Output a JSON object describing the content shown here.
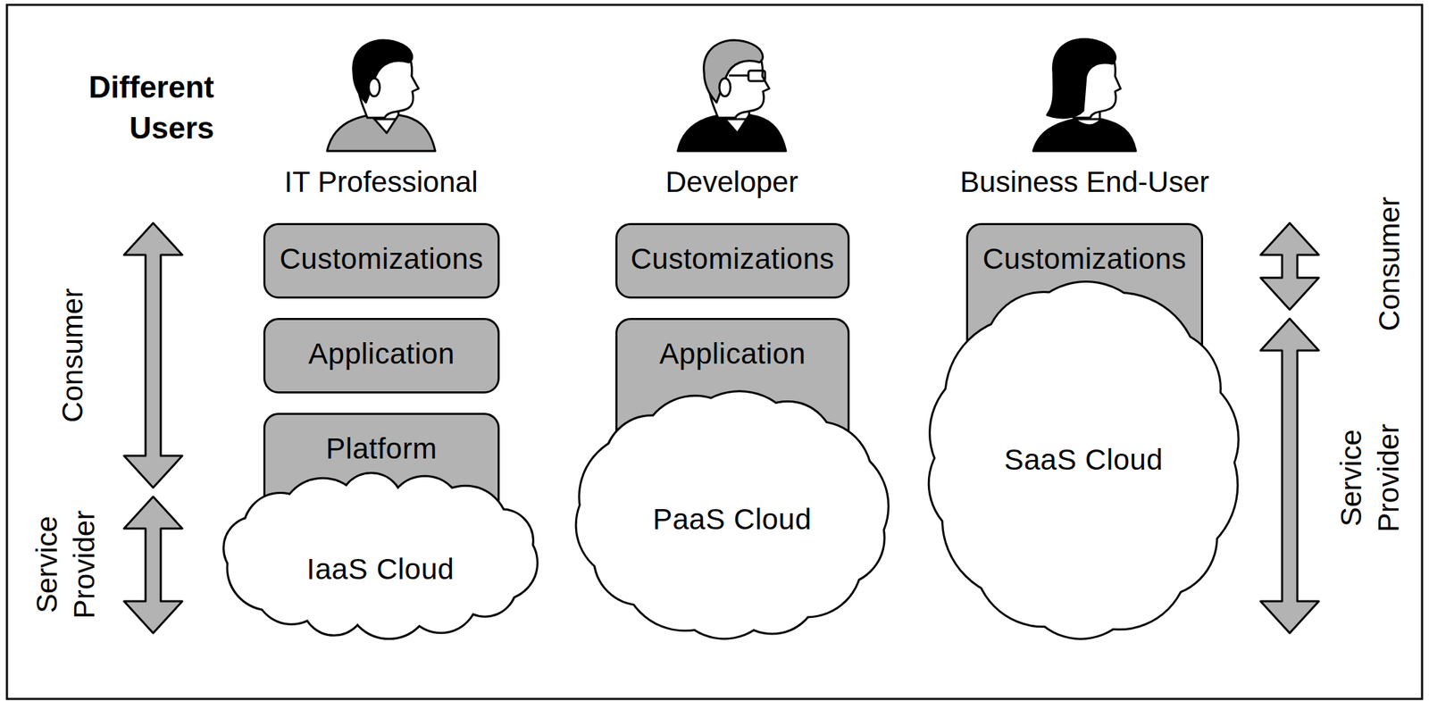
{
  "diagram": {
    "nodes": [
      {
        "text": [
          "Customizations"
        ]
      },
      {
        "text": [
          "Application"
        ]
      },
      {
        "text": [
          "Platform"
        ]
      },
      {
        "text": [
          "IaaS Cloud"
        ]
      },
      {
        "text": [
          "Customizations"
        ]
      },
      {
        "text": [
          "Application"
        ]
      },
      {
        "text": [
          "PaaS Cloud"
        ]
      },
      {
        "text": [
          "Customizations"
        ]
      },
      {
        "text": [
          "SaaS Cloud"
        ]
      }
    ],
    "labels": [
      "Different Users",
      "IT Professional",
      "Developer",
      "Business End-User",
      "Consumer",
      "Service Provider",
      "Consumer",
      "Service Provider"
    ]
  }
}
